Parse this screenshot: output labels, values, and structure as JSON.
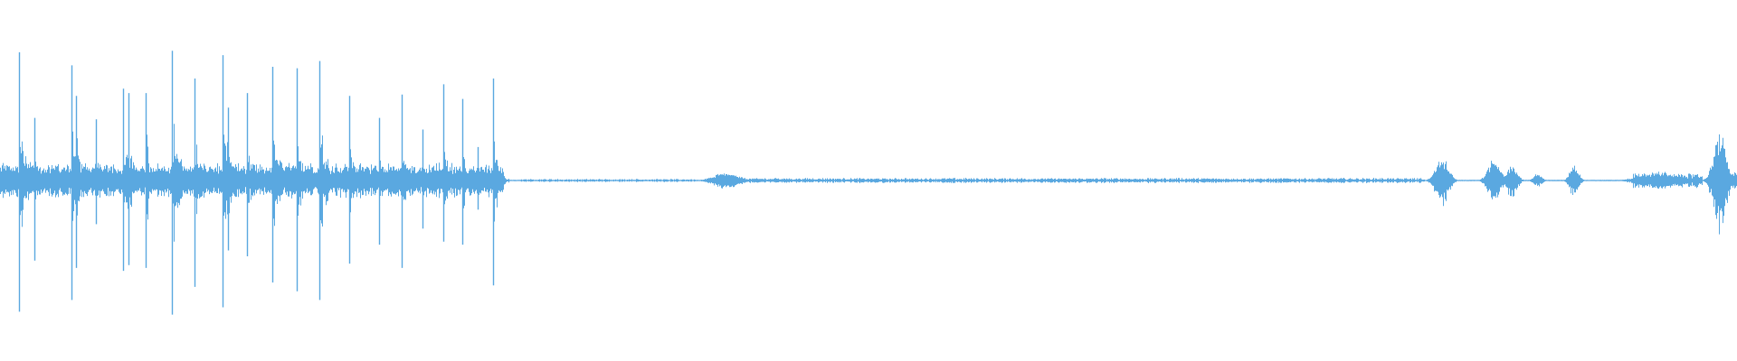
{
  "waveform": {
    "color": "#5aa8e0",
    "background": "#ffffff",
    "centerline": 0.0,
    "transients": [
      {
        "t": 0.011,
        "pos": 0.88,
        "neg": 0.9,
        "tail": 0.018
      },
      {
        "t": 0.02,
        "pos": 0.43,
        "neg": 0.55,
        "tail": 0.012
      },
      {
        "t": 0.041,
        "pos": 0.79,
        "neg": 0.82,
        "tail": 0.02
      },
      {
        "t": 0.044,
        "pos": 0.58,
        "neg": 0.6,
        "tail": 0.01
      },
      {
        "t": 0.055,
        "pos": 0.42,
        "neg": 0.3,
        "tail": 0.01
      },
      {
        "t": 0.071,
        "pos": 0.63,
        "neg": 0.62,
        "tail": 0.018
      },
      {
        "t": 0.074,
        "pos": 0.6,
        "neg": 0.58,
        "tail": 0.01
      },
      {
        "t": 0.084,
        "pos": 0.6,
        "neg": 0.6,
        "tail": 0.012
      },
      {
        "t": 0.099,
        "pos": 0.89,
        "neg": 0.92,
        "tail": 0.02
      },
      {
        "t": 0.112,
        "pos": 0.7,
        "neg": 0.73,
        "tail": 0.012
      },
      {
        "t": 0.128,
        "pos": 0.86,
        "neg": 0.87,
        "tail": 0.02
      },
      {
        "t": 0.131,
        "pos": 0.5,
        "neg": 0.48,
        "tail": 0.008
      },
      {
        "t": 0.142,
        "pos": 0.6,
        "neg": 0.52,
        "tail": 0.01
      },
      {
        "t": 0.157,
        "pos": 0.78,
        "neg": 0.7,
        "tail": 0.016
      },
      {
        "t": 0.171,
        "pos": 0.77,
        "neg": 0.76,
        "tail": 0.014
      },
      {
        "t": 0.184,
        "pos": 0.82,
        "neg": 0.82,
        "tail": 0.016
      },
      {
        "t": 0.201,
        "pos": 0.58,
        "neg": 0.57,
        "tail": 0.012
      },
      {
        "t": 0.218,
        "pos": 0.43,
        "neg": 0.44,
        "tail": 0.01
      },
      {
        "t": 0.231,
        "pos": 0.59,
        "neg": 0.6,
        "tail": 0.012
      },
      {
        "t": 0.243,
        "pos": 0.35,
        "neg": 0.33,
        "tail": 0.008
      },
      {
        "t": 0.255,
        "pos": 0.66,
        "neg": 0.42,
        "tail": 0.01
      },
      {
        "t": 0.266,
        "pos": 0.56,
        "neg": 0.44,
        "tail": 0.008
      },
      {
        "t": 0.275,
        "pos": 0.23,
        "neg": 0.2,
        "tail": 0.006
      },
      {
        "t": 0.284,
        "pos": 0.7,
        "neg": 0.72,
        "tail": 0.01
      }
    ],
    "swells": [
      {
        "t": 0.418,
        "amp": 0.05,
        "width": 0.012
      },
      {
        "t": 0.83,
        "amp": 0.15,
        "width": 0.006
      },
      {
        "t": 0.86,
        "amp": 0.13,
        "width": 0.006
      },
      {
        "t": 0.87,
        "amp": 0.1,
        "width": 0.005
      },
      {
        "t": 0.885,
        "amp": 0.04,
        "width": 0.004
      },
      {
        "t": 0.906,
        "amp": 0.1,
        "width": 0.004
      },
      {
        "t": 0.955,
        "amp": 0.05,
        "width": 0.018
      },
      {
        "t": 0.99,
        "amp": 0.33,
        "width": 0.006
      },
      {
        "t": 0.998,
        "amp": 0.05,
        "width": 0.004
      }
    ],
    "noise_floor": 0.012,
    "quiet_segments": [
      {
        "from": 0.3,
        "to": 0.4,
        "amp": 0.006
      },
      {
        "from": 0.42,
        "to": 0.82,
        "amp": 0.01
      },
      {
        "from": 0.94,
        "to": 0.98,
        "amp": 0.03
      }
    ]
  }
}
